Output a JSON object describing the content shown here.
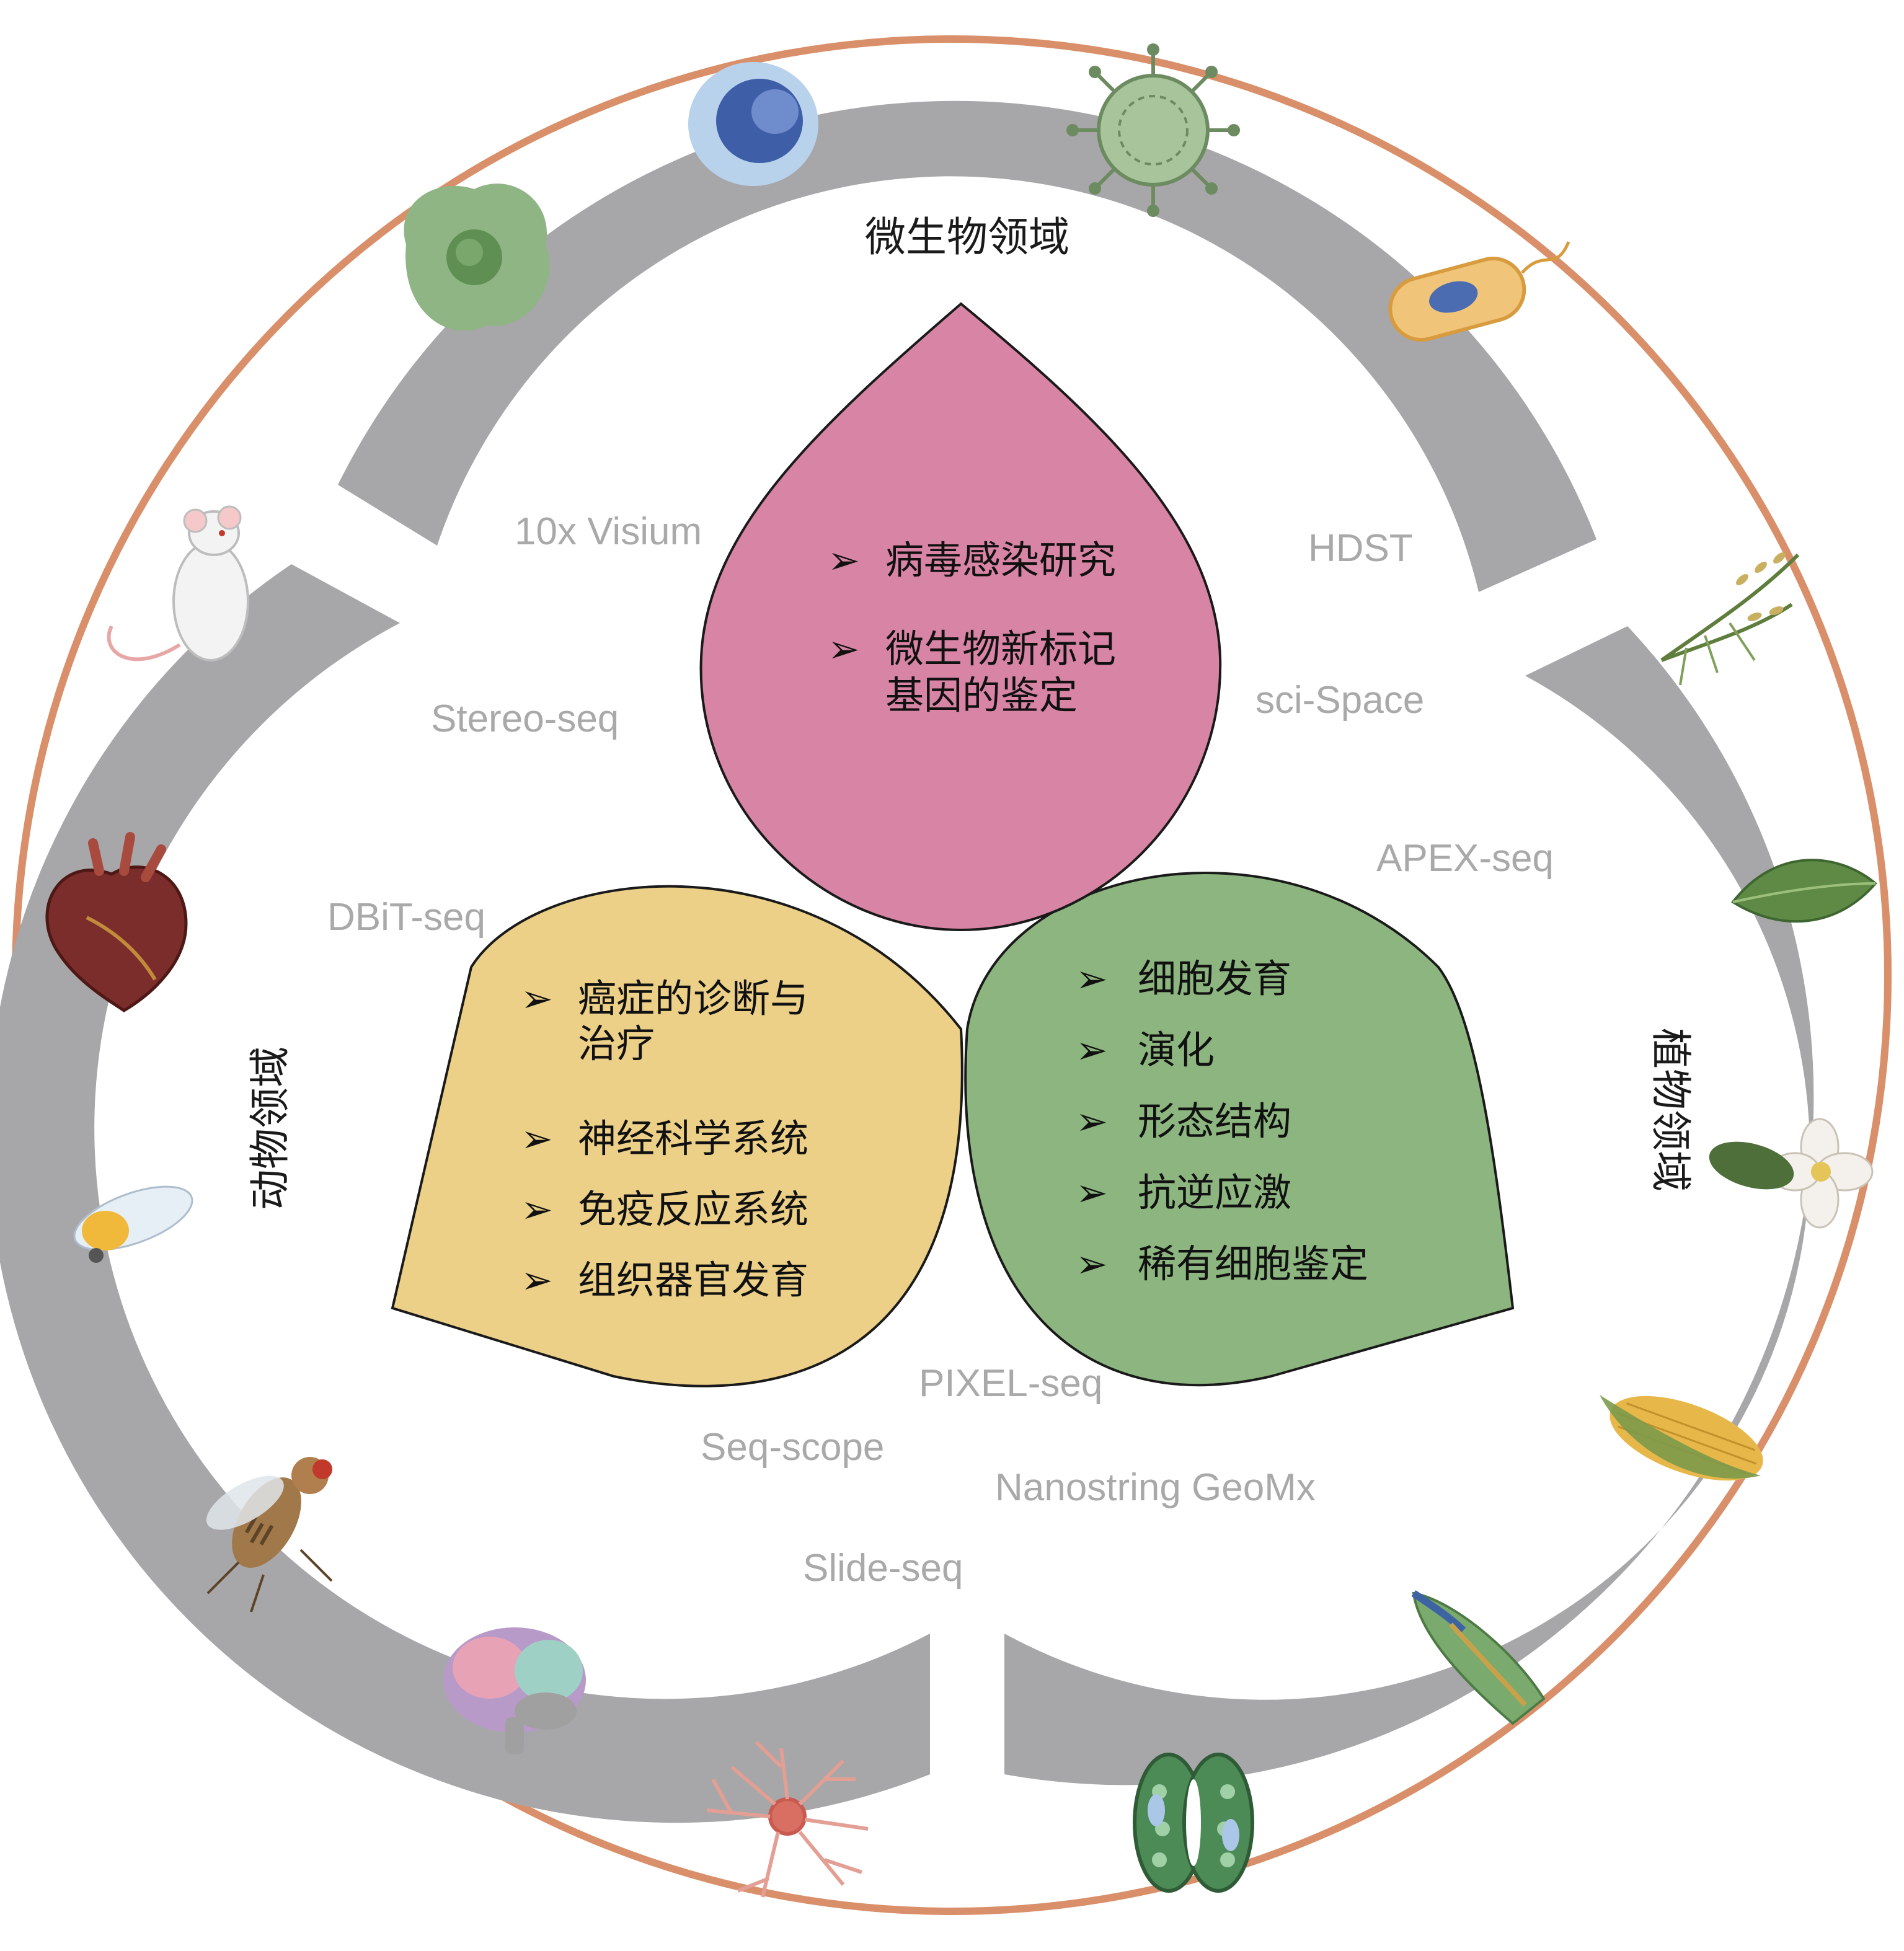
{
  "domains": {
    "microbe": "微生物领域",
    "animal": "动物领域",
    "plant": "植物领域"
  },
  "techniques": [
    "10x Visium",
    "HDST",
    "Stereo-seq",
    "sci-Space",
    "APEX-seq",
    "DBiT-seq",
    "PIXEL-seq",
    "Seq-scope",
    "Nanostring GeoMx",
    "Slide-seq"
  ],
  "applications": {
    "microbe": [
      "病毒感染研究",
      "微生物新标记",
      "基因的鉴定"
    ],
    "animal": [
      "癌症的诊断与",
      "治疗",
      "神经科学系统",
      "免疫反应系统",
      "组织器官发育"
    ],
    "plant": [
      "细胞发育",
      "演化",
      "形态结构",
      "抗逆应激",
      "稀有细胞鉴定"
    ]
  },
  "bullet_glyph": "➢",
  "icons": {
    "top": [
      "white-blood-cell-icon",
      "virus-icon",
      "amoeba-icon",
      "bacterium-icon"
    ],
    "left": [
      "mouse-icon",
      "heart-icon",
      "zebrafish-embryo-icon",
      "fruit-fly-icon",
      "brain-icon",
      "neuron-icon"
    ],
    "right": [
      "rice-plant-icon",
      "leaf-icon",
      "flower-icon",
      "corn-icon",
      "root-tip-icon",
      "stomata-icon"
    ]
  },
  "colors": {
    "outer_ring": "#d9906a",
    "band": "#a7a6a9",
    "microbe_petal": "#d884a4",
    "animal_petal": "#ecd088",
    "plant_petal": "#8cb57f",
    "tech_text": "#a9a9a9"
  }
}
